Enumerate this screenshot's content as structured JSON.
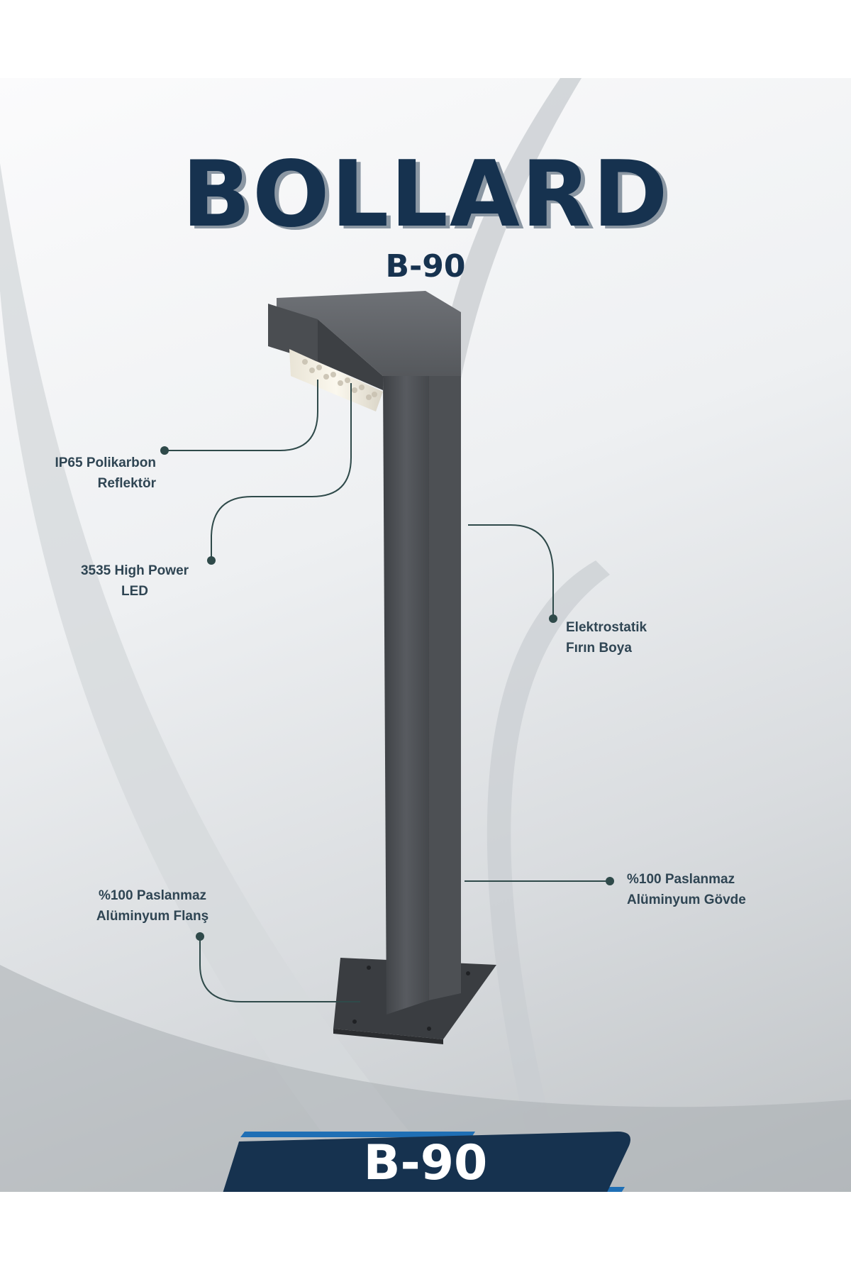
{
  "header": {
    "title": "BOLLARD",
    "model": "B-90"
  },
  "callouts": {
    "reflector": [
      "IP65 Polikarbon",
      "Reflektör"
    ],
    "led": [
      "3535 High Power",
      "LED"
    ],
    "paint": [
      "Elektrostatik",
      "Fırın Boya"
    ],
    "body": [
      "%100 Paslanmaz",
      "Alüminyum Gövde"
    ],
    "flange": [
      "%100 Paslanmaz",
      "Alüminyum Flanş"
    ]
  },
  "badge": {
    "label": "B-90"
  },
  "colors": {
    "title": "#16324f",
    "title_shadow": "#8b97a3",
    "badge_fill": "#16324f",
    "badge_accent": "#1f6fb5",
    "callout_line": "#2f4a4a",
    "product_body": "#4b4e52"
  }
}
